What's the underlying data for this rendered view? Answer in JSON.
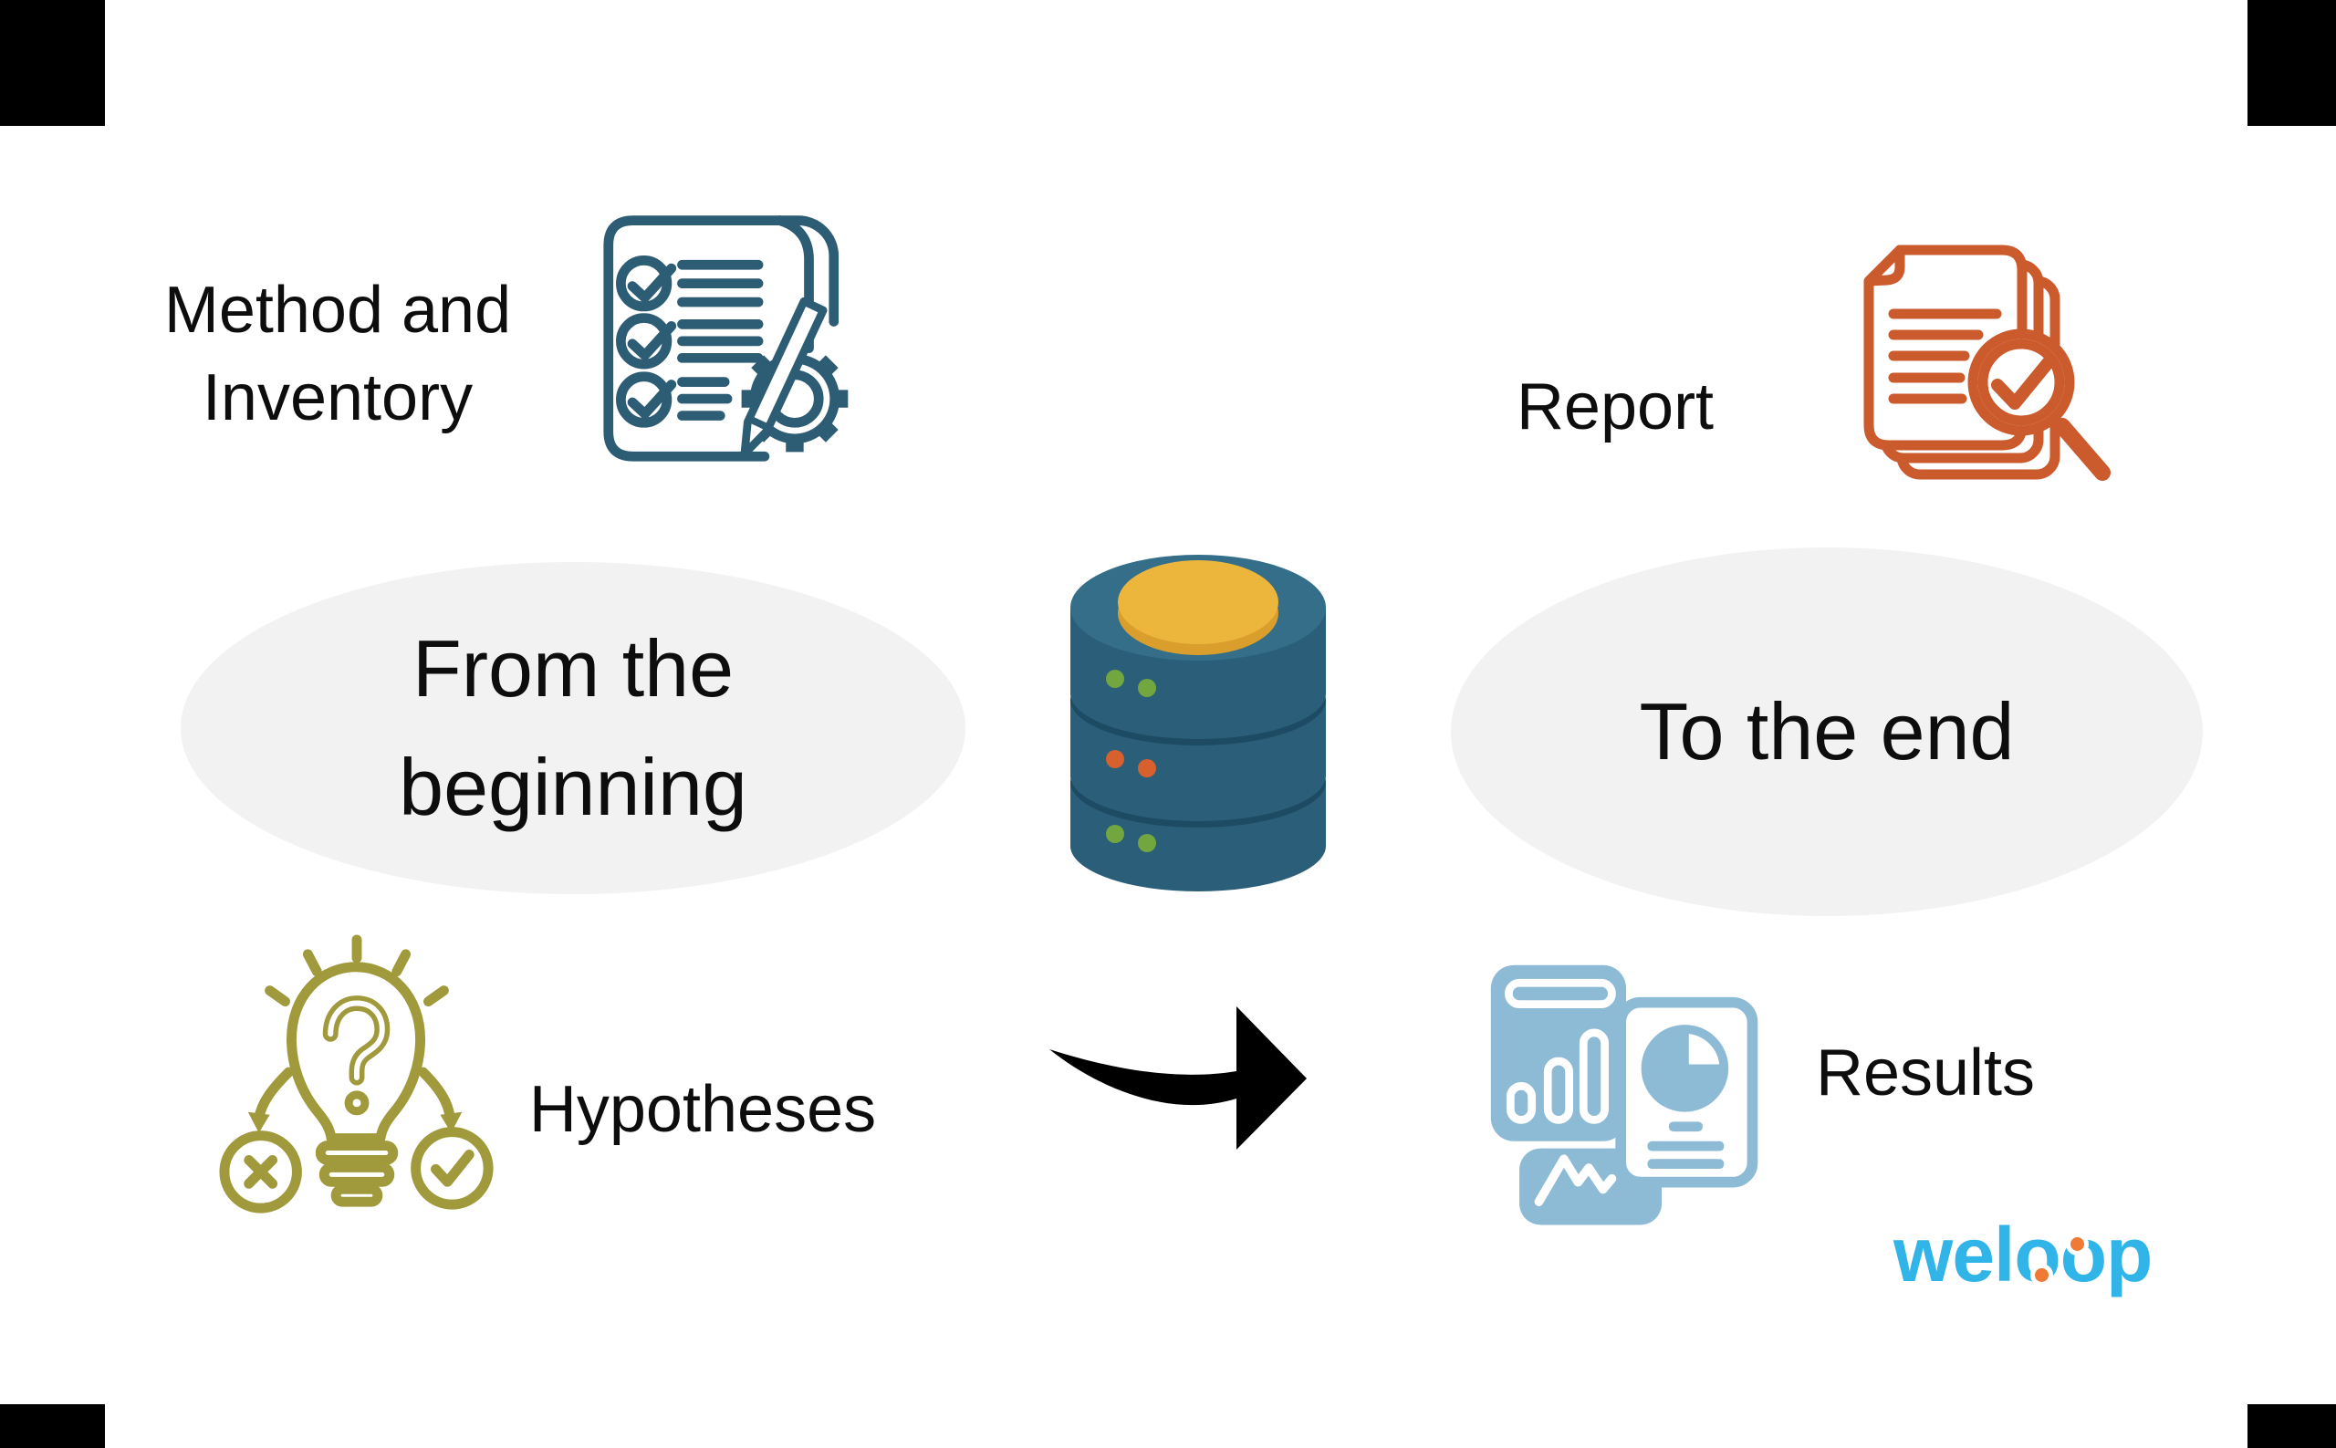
{
  "diagram": {
    "nodes": {
      "method_inventory": {
        "label": "Method and Inventory",
        "icon": "checklist-pencil-gear-icon",
        "icon_color": "#2d5d75"
      },
      "report": {
        "label": "Report",
        "icon": "report-magnifier-check-icon",
        "icon_color": "#cb5a2d"
      },
      "from_beginning": {
        "label": "From the beginning",
        "shape": "ellipse",
        "fill": "#f2f2f2"
      },
      "to_end": {
        "label": "To the end",
        "shape": "ellipse",
        "fill": "#f2f2f2"
      },
      "hypotheses": {
        "label": "Hypotheses",
        "icon": "lightbulb-question-icon",
        "icon_color": "#a09a3c"
      },
      "results": {
        "label": "Results",
        "icon": "charts-report-icon",
        "icon_color": "#8dbbd6"
      },
      "database": {
        "icon": "database-stack-icon",
        "body_color": "#2b5e79",
        "top_disc_color": "#ecb63d"
      },
      "flow_arrow": {
        "icon": "curved-right-arrow-icon",
        "color": "#000000"
      }
    },
    "logo": {
      "text": "weloop"
    },
    "colors": {
      "teal": "#2d5d75",
      "orange": "#cb5a2d",
      "olive": "#a09a3c",
      "blue": "#8dbbd6",
      "db_body": "#2b5e79",
      "db_top": "#346e89",
      "db_dark": "#1d4b63",
      "db_yellow": "#ecb63d",
      "db_yellow_dark": "#d99e2b",
      "db_green": "#71a73e",
      "db_red": "#d6602e",
      "ellipse": "#f2f2f2",
      "logo_blue": "#31b4e8",
      "logo_orange": "#ee7a35",
      "ink": "#0d0d0d",
      "black": "#000000"
    }
  }
}
